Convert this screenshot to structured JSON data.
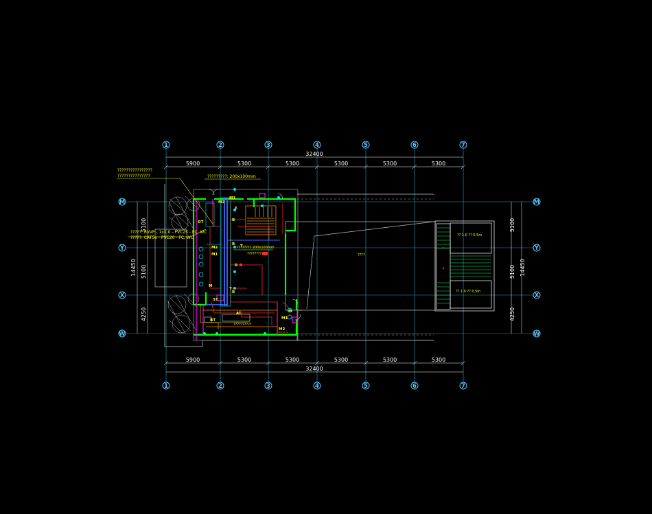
{
  "grid": {
    "columns": [
      "1",
      "2",
      "3",
      "4",
      "5",
      "6",
      "7"
    ],
    "rows": [
      "M",
      "Y",
      "X",
      "W"
    ],
    "top_spans": [
      "5900",
      "5300",
      "5300",
      "5300",
      "5300",
      "5300"
    ],
    "bottom_spans": [
      "5900",
      "5300",
      "5300",
      "5300",
      "5300",
      "5300"
    ],
    "total_width": "32400",
    "left_spans": [
      "5100",
      "5100",
      "4250"
    ],
    "left_total": "14450",
    "right_spans": [
      "5100",
      "5100",
      "4250"
    ],
    "right_total": "14450"
  },
  "notes": {
    "note_top_1": "????????????????",
    "note_top_2": "???????????????",
    "tray_label": "?????????: 200x100mm",
    "cable_1": "?????: RVVP - 1x1.0 - PVC25 - FC, WC",
    "cable_2": "?????: CAT5e - PVC20 - FC, WC",
    "tray_label_2": "???????? 200x100mm",
    "terminal_label": "????????",
    "bottom_label": "??????????",
    "right_room_1": "?? 1.0 ?? 0.5m",
    "right_room_2": "?? 1.0 ?? 0.5m",
    "center_mark": "????"
  },
  "device_codes": {
    "m2_top": "M2",
    "m1_top": "M1",
    "dt": "DT",
    "m2_mid": "M2",
    "m1_mid": "M1",
    "st": "ST",
    "m_left": "M",
    "b1": "B",
    "b2": "B",
    "b3": "B",
    "r": "R",
    "t1": "T",
    "t2": "T",
    "e1": "E",
    "m_bottom": "M",
    "m1_bottom": "M1",
    "m2_bottom": "M2",
    "bt": "BT",
    "at": "AT"
  },
  "colors": {
    "background": "#000000",
    "grid_line": "#00e0ff",
    "axis_bubble": "#5ec8ff",
    "dimension_text": "#ffffff",
    "wall_green": "#00ff00",
    "tray_blue": "#3a6bff",
    "wire_red": "#ff2a2a",
    "stair_orange": "#ff8a00",
    "partition_magenta": "#ff00ff",
    "annotation_yellow": "#ffff00"
  }
}
